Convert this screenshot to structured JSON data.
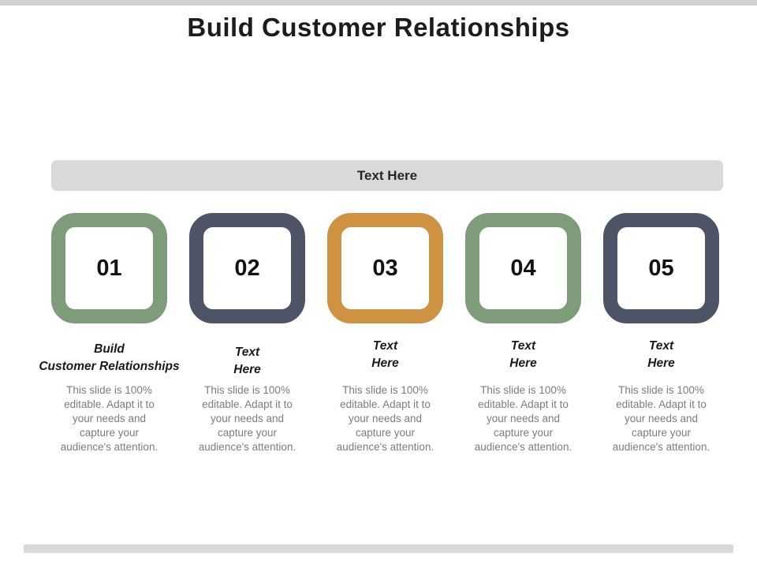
{
  "slide": {
    "title": "Build Customer Relationships",
    "bars": {
      "top_color": "#d1d0d0",
      "bottom_color": "#d9d9d9"
    },
    "banner": {
      "label": "Text Here",
      "bg": "#d9d9d9"
    },
    "description": "This slide is 100%\neditable. Adapt it to\nyour needs and\ncapture your\naudience's attention.",
    "colors": {
      "green": "#7e9b7a",
      "slate": "#4d5465",
      "orange": "#cd9343"
    },
    "items": [
      {
        "number": "01",
        "color": "#7e9b7a",
        "label_line1": "Build",
        "label_line2": "Customer Relationships"
      },
      {
        "number": "02",
        "color": "#4d5465",
        "label_line1": "Text",
        "label_line2": "Here"
      },
      {
        "number": "03",
        "color": "#cd9343",
        "label_line1": "Text",
        "label_line2": "Here"
      },
      {
        "number": "04",
        "color": "#7e9b7a",
        "label_line1": "Text",
        "label_line2": "Here"
      },
      {
        "number": "05",
        "color": "#4d5465",
        "label_line1": "Text",
        "label_line2": "Here"
      }
    ]
  }
}
